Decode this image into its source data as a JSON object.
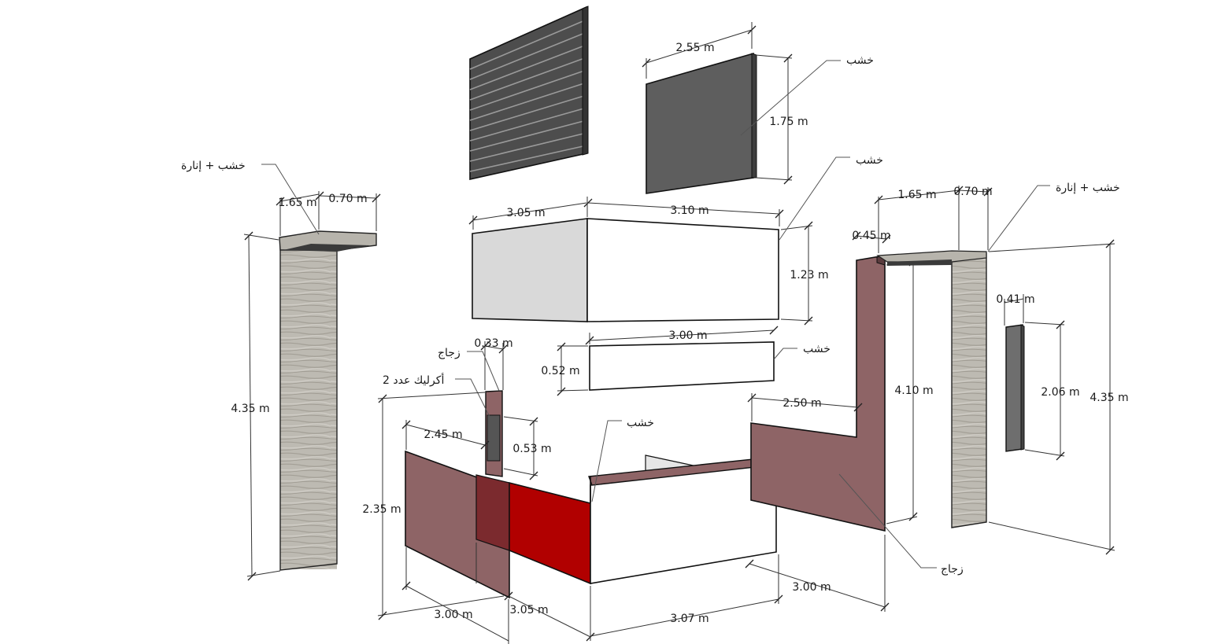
{
  "colors": {
    "wood_texture": "#b9b6ae",
    "wood_dark": "#8f8c85",
    "dark_panel": "#5e5e5e",
    "slat": "#4e4e4e",
    "light_box_side": "#d9d9d9",
    "glass_tint": "#8e6466",
    "red_panel": "#b10000",
    "white": "#ffffff",
    "line": "#111111"
  },
  "dimensions": {
    "d_255": "2.55 m",
    "d_175": "1.75 m",
    "d_305_top": "3.05 m",
    "d_310": "3.10 m",
    "d_123": "1.23 m",
    "d_300_mid": "3.00 m",
    "d_052": "0.52 m",
    "d_165_left": "1.65 m",
    "d_070_left": "0.70 m",
    "d_435_left": "4.35 m",
    "d_033": "0.33 m",
    "d_245": "2.45 m",
    "d_053": "0.53 m",
    "d_235": "2.35 m",
    "d_300_bl": "3.00 m",
    "d_305_bot": "3.05 m",
    "d_307": "3.07 m",
    "d_300_br": "3.00 m",
    "d_250": "2.50 m",
    "d_410": "4.10 m",
    "d_165_right": "1.65 m",
    "d_070_right": "0.70 m",
    "d_045": "0.45 m",
    "d_041": "0.41 m",
    "d_206": "2.06 m",
    "d_435_right": "4.35 m"
  },
  "notes": {
    "wood": "خشب",
    "wood_lighting": "خشب + إنارة",
    "glass": "زجاج",
    "acrylic_2": "أكرليك عدد 2"
  }
}
